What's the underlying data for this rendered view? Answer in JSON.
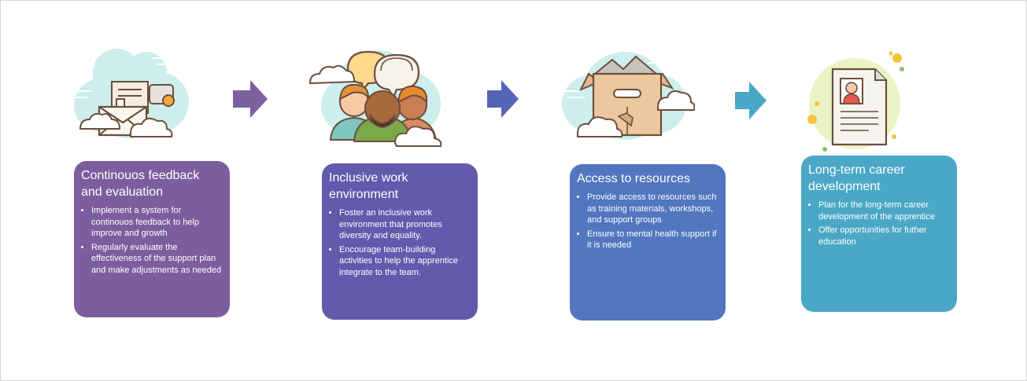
{
  "steps": [
    {
      "title": "Continouos feedback and evaluation",
      "bullets": [
        "Implement a system for continouos feedback to help improve and growth",
        "Regularly evaluate the effectiveness of the  support plan and make adjustments as needed"
      ],
      "color": "#7c5e9e",
      "icon": "envelope-mail-icon"
    },
    {
      "title": "Inclusive work environment",
      "bullets": [
        "Foster an inclusive work environment that promotes diversity and equality.",
        "Encourage team-building activities to help the apprentice integrate to the team."
      ],
      "color": "#6359ad",
      "icon": "diverse-team-chat-icon"
    },
    {
      "title": "Access to resources",
      "bullets": [
        "Provide access to resources such as training materials, workshops, and support groups",
        "Ensure to mental health support if it is needed"
      ],
      "color": "#5276bf",
      "icon": "open-box-icon"
    },
    {
      "title": "Long-term career development",
      "bullets": [
        "Plan for the long-term career development  of the apprentice",
        "Offer opportunities for futher education"
      ],
      "color": "#4aa8c6",
      "icon": "resume-document-icon"
    }
  ],
  "arrows": [
    {
      "color": "#7d60a0",
      "icon": "arrow-right-icon"
    },
    {
      "color": "#5565b6",
      "icon": "arrow-right-icon"
    },
    {
      "color": "#4aa8c6",
      "icon": "arrow-right-icon"
    }
  ]
}
